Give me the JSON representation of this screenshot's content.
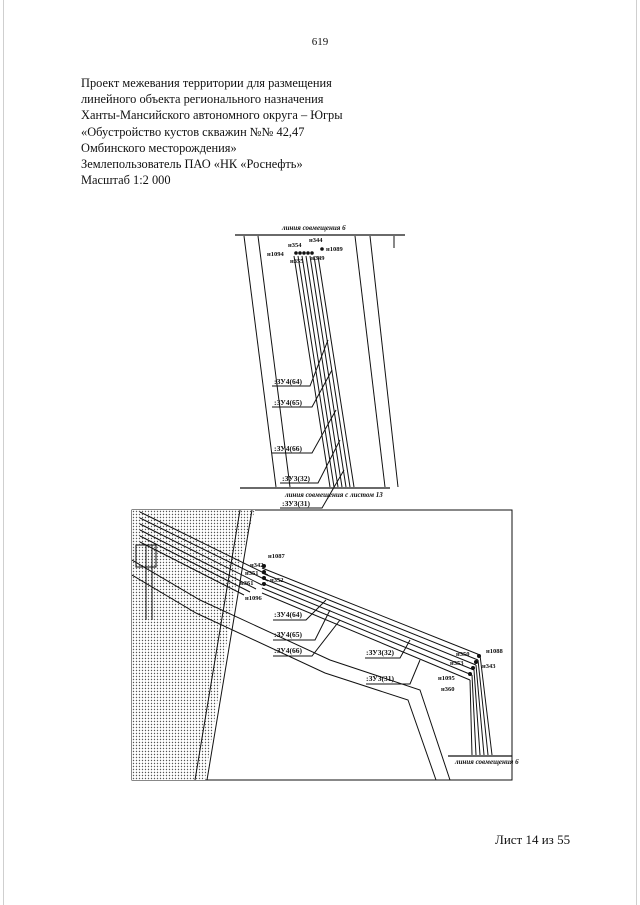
{
  "page_number": "619",
  "header_lines": [
    "Проект межевания территории для размещения",
    "линейного объекта регионального назначения",
    "Ханты-Мансийского автономного округа – Югры",
    "«Обустройство кустов скважин №№ 42,47",
    "Омбинского месторождения»",
    "Землепользователь ПАО «НК «Роснефть»",
    "Масштаб 1:2 000"
  ],
  "map_top": {
    "caption_top": "линия совмещения 6",
    "caption_bottom": "линия совмещения с листом 13",
    "points": [
      "н354",
      "н344",
      "н1094",
      "н1089",
      "н355",
      "н349"
    ],
    "parcels": [
      ":ЗУ4(64)",
      ":ЗУ4(65)",
      ":ЗУ4(66)",
      ":ЗУ3(32)",
      ":ЗУ3(31)"
    ]
  },
  "map_bottom": {
    "caption_bottom": "линия совмещения 6",
    "points": [
      "н1087",
      "н342",
      "н351",
      "н352",
      "н361",
      "н1096",
      "н350",
      "н1088",
      "н353",
      "н343",
      "н1095",
      "н360"
    ],
    "parcels": [
      ":ЗУ4(64)",
      ":ЗУ4(65)",
      ":ЗУ4(66)",
      ":ЗУ3(32)",
      ":ЗУ3(31)"
    ]
  },
  "footer": "Лист 14 из 55"
}
